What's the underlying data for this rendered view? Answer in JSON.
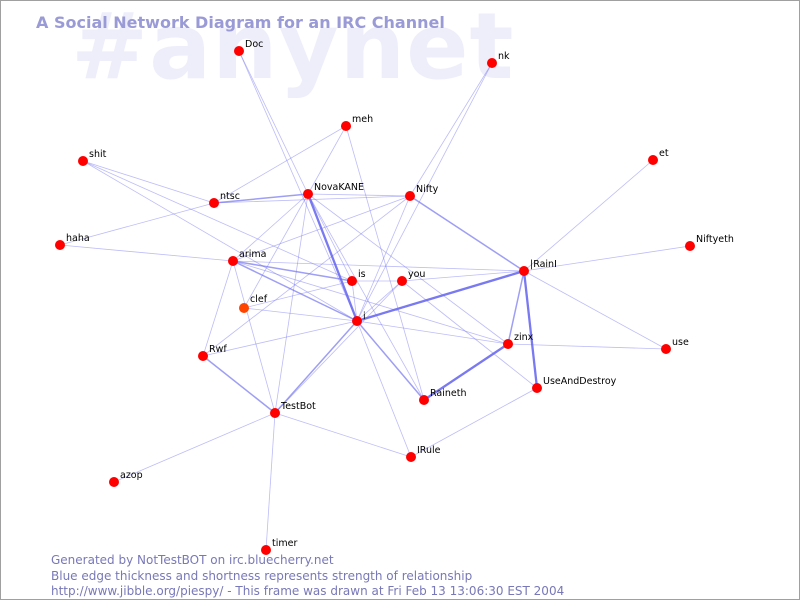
{
  "watermark": "#anynet",
  "title": "A Social Network Diagram for an IRC Channel",
  "footer": {
    "line1": "Generated by NotTestBOT on irc.bluecherry.net",
    "line2": "Blue edge thickness and shortness represents strength of relationship",
    "line3": "http://www.jibble.org/piespy/ - This frame was drawn at Fri Feb 13 13:06:30 EST 2004"
  },
  "colors": {
    "node": "#ff0000",
    "node_highlight": "#ff4400",
    "edge": "#6a6af0",
    "title": "#9a9ad6",
    "watermark": "#eeeefb",
    "footer": "#7878b8"
  },
  "nodes": [
    {
      "id": "Doc",
      "label": "Doc"
    },
    {
      "id": "nk",
      "label": "nk"
    },
    {
      "id": "meh",
      "label": "meh"
    },
    {
      "id": "shit",
      "label": "shit"
    },
    {
      "id": "et",
      "label": "et"
    },
    {
      "id": "NovaKANE",
      "label": "NovaKANE"
    },
    {
      "id": "Nifty",
      "label": "Nifty"
    },
    {
      "id": "ntsc",
      "label": "ntsc"
    },
    {
      "id": "haha",
      "label": "haha"
    },
    {
      "id": "Niftyeth",
      "label": "Niftyeth"
    },
    {
      "id": "arima",
      "label": "arima"
    },
    {
      "id": "is",
      "label": "is"
    },
    {
      "id": "you",
      "label": "you"
    },
    {
      "id": "RainI",
      "label": "|RainI"
    },
    {
      "id": "clef",
      "label": "clef"
    },
    {
      "id": "i",
      "label": "i"
    },
    {
      "id": "zinx",
      "label": "zinx"
    },
    {
      "id": "use",
      "label": "use"
    },
    {
      "id": "Rwf",
      "label": "Rwf"
    },
    {
      "id": "UseAndDestroy",
      "label": "UseAndDestroy"
    },
    {
      "id": "Raineth",
      "label": "Raineth"
    },
    {
      "id": "TestBot",
      "label": "TestBot"
    },
    {
      "id": "IRule",
      "label": "IRule"
    },
    {
      "id": "azop",
      "label": "azop"
    },
    {
      "id": "timer",
      "label": "timer"
    }
  ],
  "edges": [
    [
      "Doc",
      "i",
      1
    ],
    [
      "Doc",
      "NovaKANE",
      1
    ],
    [
      "nk",
      "Nifty",
      1
    ],
    [
      "nk",
      "i",
      1
    ],
    [
      "meh",
      "ntsc",
      1
    ],
    [
      "meh",
      "NovaKANE",
      1
    ],
    [
      "meh",
      "Raineth",
      1
    ],
    [
      "shit",
      "ntsc",
      1
    ],
    [
      "shit",
      "i",
      1
    ],
    [
      "shit",
      "is",
      1
    ],
    [
      "et",
      "RainI",
      1
    ],
    [
      "Niftyeth",
      "RainI",
      1
    ],
    [
      "haha",
      "arima",
      1
    ],
    [
      "haha",
      "ntsc",
      1
    ],
    [
      "ntsc",
      "NovaKANE",
      2
    ],
    [
      "ntsc",
      "Nifty",
      1
    ],
    [
      "NovaKANE",
      "Nifty",
      1
    ],
    [
      "NovaKANE",
      "i",
      3
    ],
    [
      "NovaKANE",
      "is",
      1
    ],
    [
      "NovaKANE",
      "zinx",
      1
    ],
    [
      "NovaKANE",
      "arima",
      1
    ],
    [
      "NovaKANE",
      "clef",
      1
    ],
    [
      "NovaKANE",
      "TestBot",
      1
    ],
    [
      "NovaKANE",
      "Raineth",
      1
    ],
    [
      "Nifty",
      "RainI",
      2
    ],
    [
      "Nifty",
      "arima",
      1
    ],
    [
      "Nifty",
      "i",
      1
    ],
    [
      "Nifty",
      "Rwf",
      1
    ],
    [
      "arima",
      "is",
      2
    ],
    [
      "arima",
      "i",
      2
    ],
    [
      "arima",
      "Rwf",
      1
    ],
    [
      "arima",
      "TestBot",
      1
    ],
    [
      "arima",
      "zinx",
      1
    ],
    [
      "arima",
      "RainI",
      1
    ],
    [
      "is",
      "you",
      1
    ],
    [
      "is",
      "i",
      1
    ],
    [
      "is",
      "clef",
      1
    ],
    [
      "you",
      "RainI",
      1
    ],
    [
      "you",
      "i",
      1
    ],
    [
      "you",
      "UseAndDestroy",
      1
    ],
    [
      "you",
      "TestBot",
      1
    ],
    [
      "RainI",
      "i",
      3
    ],
    [
      "RainI",
      "zinx",
      2
    ],
    [
      "RainI",
      "UseAndDestroy",
      3
    ],
    [
      "RainI",
      "use",
      1
    ],
    [
      "clef",
      "i",
      1
    ],
    [
      "i",
      "zinx",
      1
    ],
    [
      "i",
      "Raineth",
      2
    ],
    [
      "i",
      "IRule",
      1
    ],
    [
      "i",
      "TestBot",
      2
    ],
    [
      "i",
      "Rwf",
      1
    ],
    [
      "zinx",
      "Raineth",
      3
    ],
    [
      "zinx",
      "use",
      1
    ],
    [
      "Rwf",
      "TestBot",
      2
    ],
    [
      "TestBot",
      "azop",
      1
    ],
    [
      "TestBot",
      "timer",
      1
    ],
    [
      "TestBot",
      "IRule",
      1
    ],
    [
      "IRule",
      "UseAndDestroy",
      1
    ]
  ]
}
